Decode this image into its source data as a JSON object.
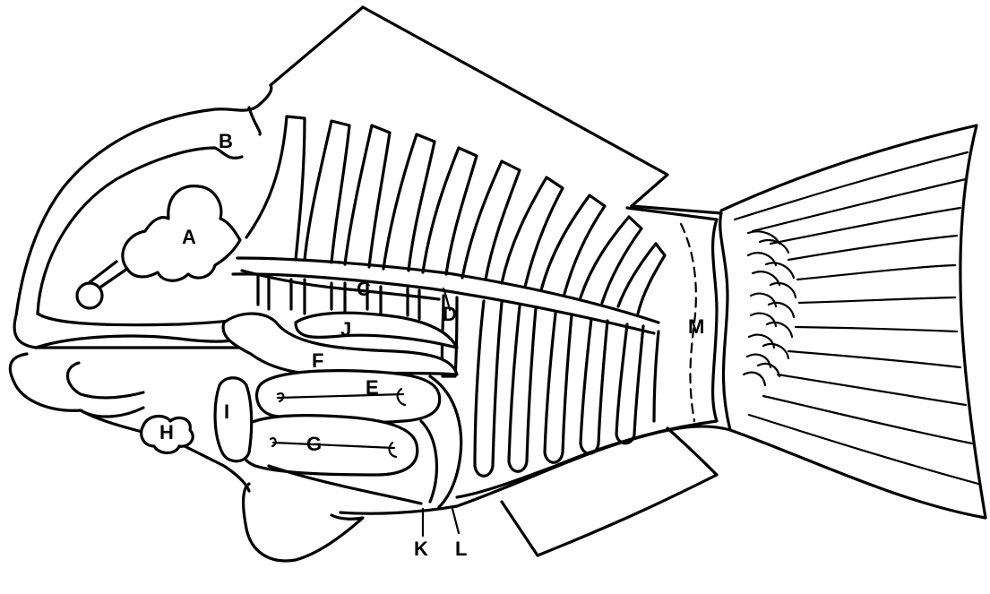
{
  "diagram": {
    "labels": {
      "A": "A",
      "B": "B",
      "C": "C",
      "D": "D",
      "E": "E",
      "F": "F",
      "G": "G",
      "H": "H",
      "I": "I",
      "J": "J",
      "K": "K",
      "L": "L",
      "M": "M"
    }
  },
  "colors": {
    "line": "#000000",
    "background": "#ffffff"
  }
}
